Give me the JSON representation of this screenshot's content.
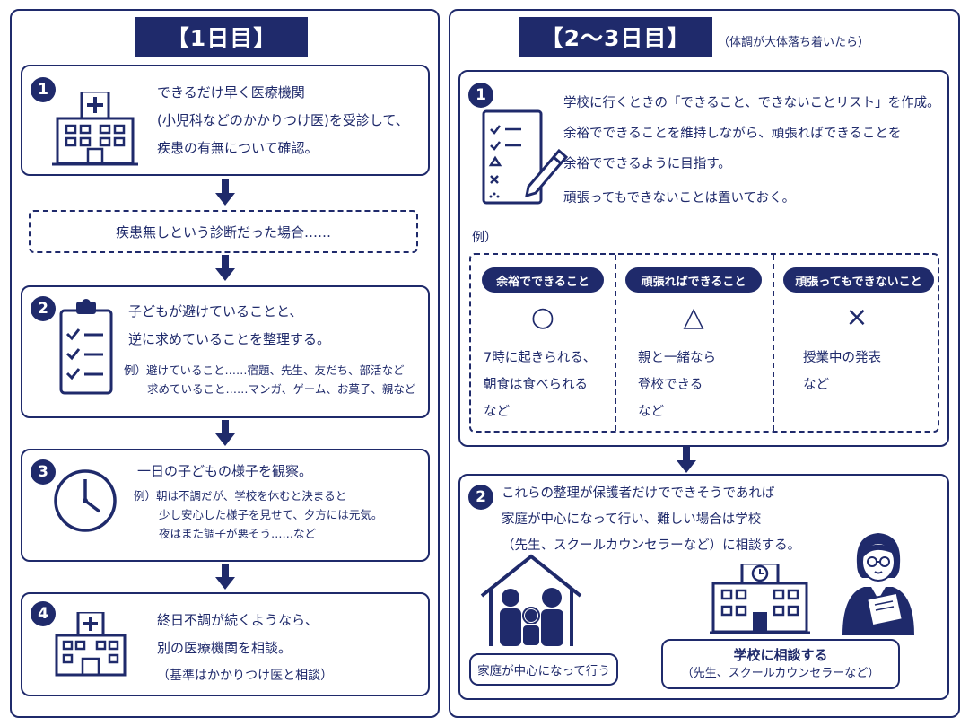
{
  "day1": {
    "title": "【1日目】",
    "step1": {
      "num": "1",
      "lines": [
        "できるだけ早く医療機関",
        "(小児科などのかかりつけ医)を受診して、",
        "疾患の有無について確認。"
      ]
    },
    "condition": "疾患無しという診断だった場合……",
    "step2": {
      "num": "2",
      "lines": [
        "子どもが避けていることと、",
        "逆に求めていることを整理する。"
      ],
      "example_lines": [
        "例）避けていること……宿題、先生、友だち、部活など",
        "求めていること……マンガ、ゲーム、お菓子、親など"
      ]
    },
    "step3": {
      "num": "3",
      "lines": [
        "一日の子どもの様子を観察。"
      ],
      "example_lines": [
        "例）朝は不調だが、学校を休むと決まると",
        "少し安心した様子を見せて、夕方には元気。",
        "夜はまた調子が悪そう……など"
      ]
    },
    "step4": {
      "num": "4",
      "lines": [
        "終日不調が続くようなら、",
        "別の医療機関を相談。",
        "（基準はかかりつけ医と相談）"
      ]
    }
  },
  "day23": {
    "title": "【2～3日目】",
    "note": "（体調が大体落ち着いたら）",
    "step1": {
      "num": "1",
      "lines": [
        "学校に行くときの「できること、できないことリスト」を作成。",
        "余裕でできることを維持しながら、頑張ればできることを",
        "余裕でできるように目指す。",
        "頑張ってもできないことは置いておく。"
      ]
    },
    "example_label": "例）",
    "columns": [
      {
        "tag": "余裕でできること",
        "mark": "○",
        "lines": [
          "7時に起きられる、",
          "朝食は食べられる",
          "など"
        ]
      },
      {
        "tag": "頑張ればできること",
        "mark": "△",
        "lines": [
          "親と一緒なら",
          "登校できる",
          "など"
        ]
      },
      {
        "tag": "頑張ってもできないこと",
        "mark": "×",
        "lines": [
          "授業中の発表",
          "など"
        ]
      }
    ],
    "step2": {
      "num": "2",
      "lines": [
        "これらの整理が保護者だけでできそうであれば",
        "家庭が中心になって行い、難しい場合は学校",
        "（先生、スクールカウンセラーなど）に相談する。"
      ]
    },
    "home_label": "家庭が中心になって行う",
    "school_label": [
      "学校に相談する",
      "（先生、スクールカウンセラーなど）"
    ]
  },
  "icons": [
    "hospital-icon",
    "clipboard-check-icon",
    "clock-icon",
    "hospital-icon",
    "checklist-pencil-icon",
    "family-house-icon",
    "school-building-icon",
    "teacher-icon",
    "down-arrow-icon"
  ],
  "colors": {
    "accent": "#1f2a6b",
    "background": "#ffffff"
  }
}
